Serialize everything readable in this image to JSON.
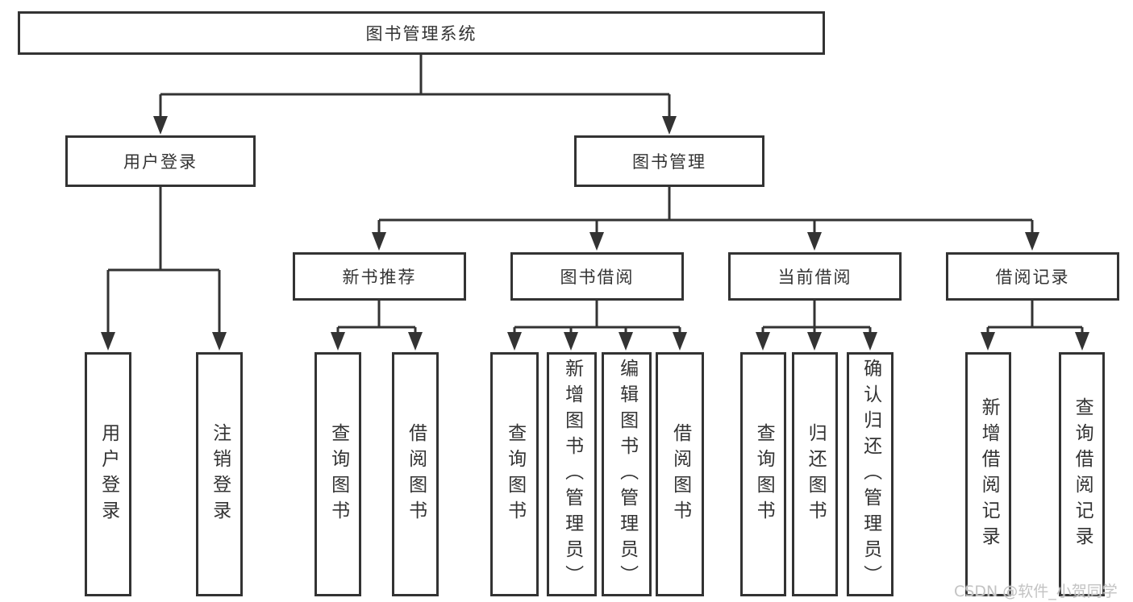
{
  "nodes": {
    "root": "图书管理系统",
    "level2": {
      "user_login": "用户登录",
      "book_mgmt": "图书管理"
    },
    "level3": {
      "new_book_rec": "新书推荐",
      "book_borrow": "图书借阅",
      "current_borrow": "当前借阅",
      "borrow_records": "借阅记录"
    },
    "leaves": {
      "user_login_1": "用户登录",
      "user_login_2": "注销登录",
      "new_book_rec_1": "查询图书",
      "new_book_rec_2": "借阅图书",
      "book_borrow_1": "查询图书",
      "book_borrow_2": "新增图书（管理员）",
      "book_borrow_3": "编辑图书（管理员）",
      "book_borrow_4": "借阅图书",
      "current_borrow_1": "查询图书",
      "current_borrow_2": "归还图书",
      "current_borrow_3": "确认归还（管理员）",
      "borrow_records_1": "新增借阅记录",
      "borrow_records_2": "查询借阅记录"
    }
  },
  "watermark": "CSDN @软件_小贺同学",
  "colors": {
    "line": "#333333",
    "text": "#333333",
    "background": "#ffffff",
    "watermark": "#c3c3c3"
  }
}
